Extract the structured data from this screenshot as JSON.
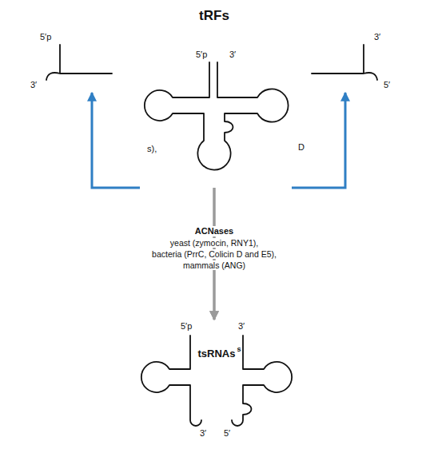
{
  "diagram": {
    "title": "tRFs",
    "nodes": [
      {
        "text": [
          "5′p",
          "3′"
        ]
      },
      {
        "text": [
          "5′p",
          "3′"
        ]
      },
      {
        "text": [
          "3′",
          "5′"
        ]
      },
      {
        "text": [
          "5′p",
          "3′"
        ]
      },
      {
        "text": [
          "3′",
          "5′"
        ]
      }
    ],
    "edges": [
      {
        "from": 0,
        "to": 1,
        "arrow": "to"
      },
      {
        "from": 0,
        "to": 2,
        "arrow": "to"
      },
      {
        "from": 0,
        "to": 3,
        "arrow": "to",
        "label": "ACNases"
      },
      {
        "from": 0,
        "to": 4,
        "arrow": "to"
      }
    ],
    "labels": [
      "s),",
      "D",
      "yeast (zymocin, RNY1),",
      "bacteria (PrrC, Colicin D and E5),",
      "mammals (ANG)",
      "tsRNAs",
      "s"
    ]
  }
}
